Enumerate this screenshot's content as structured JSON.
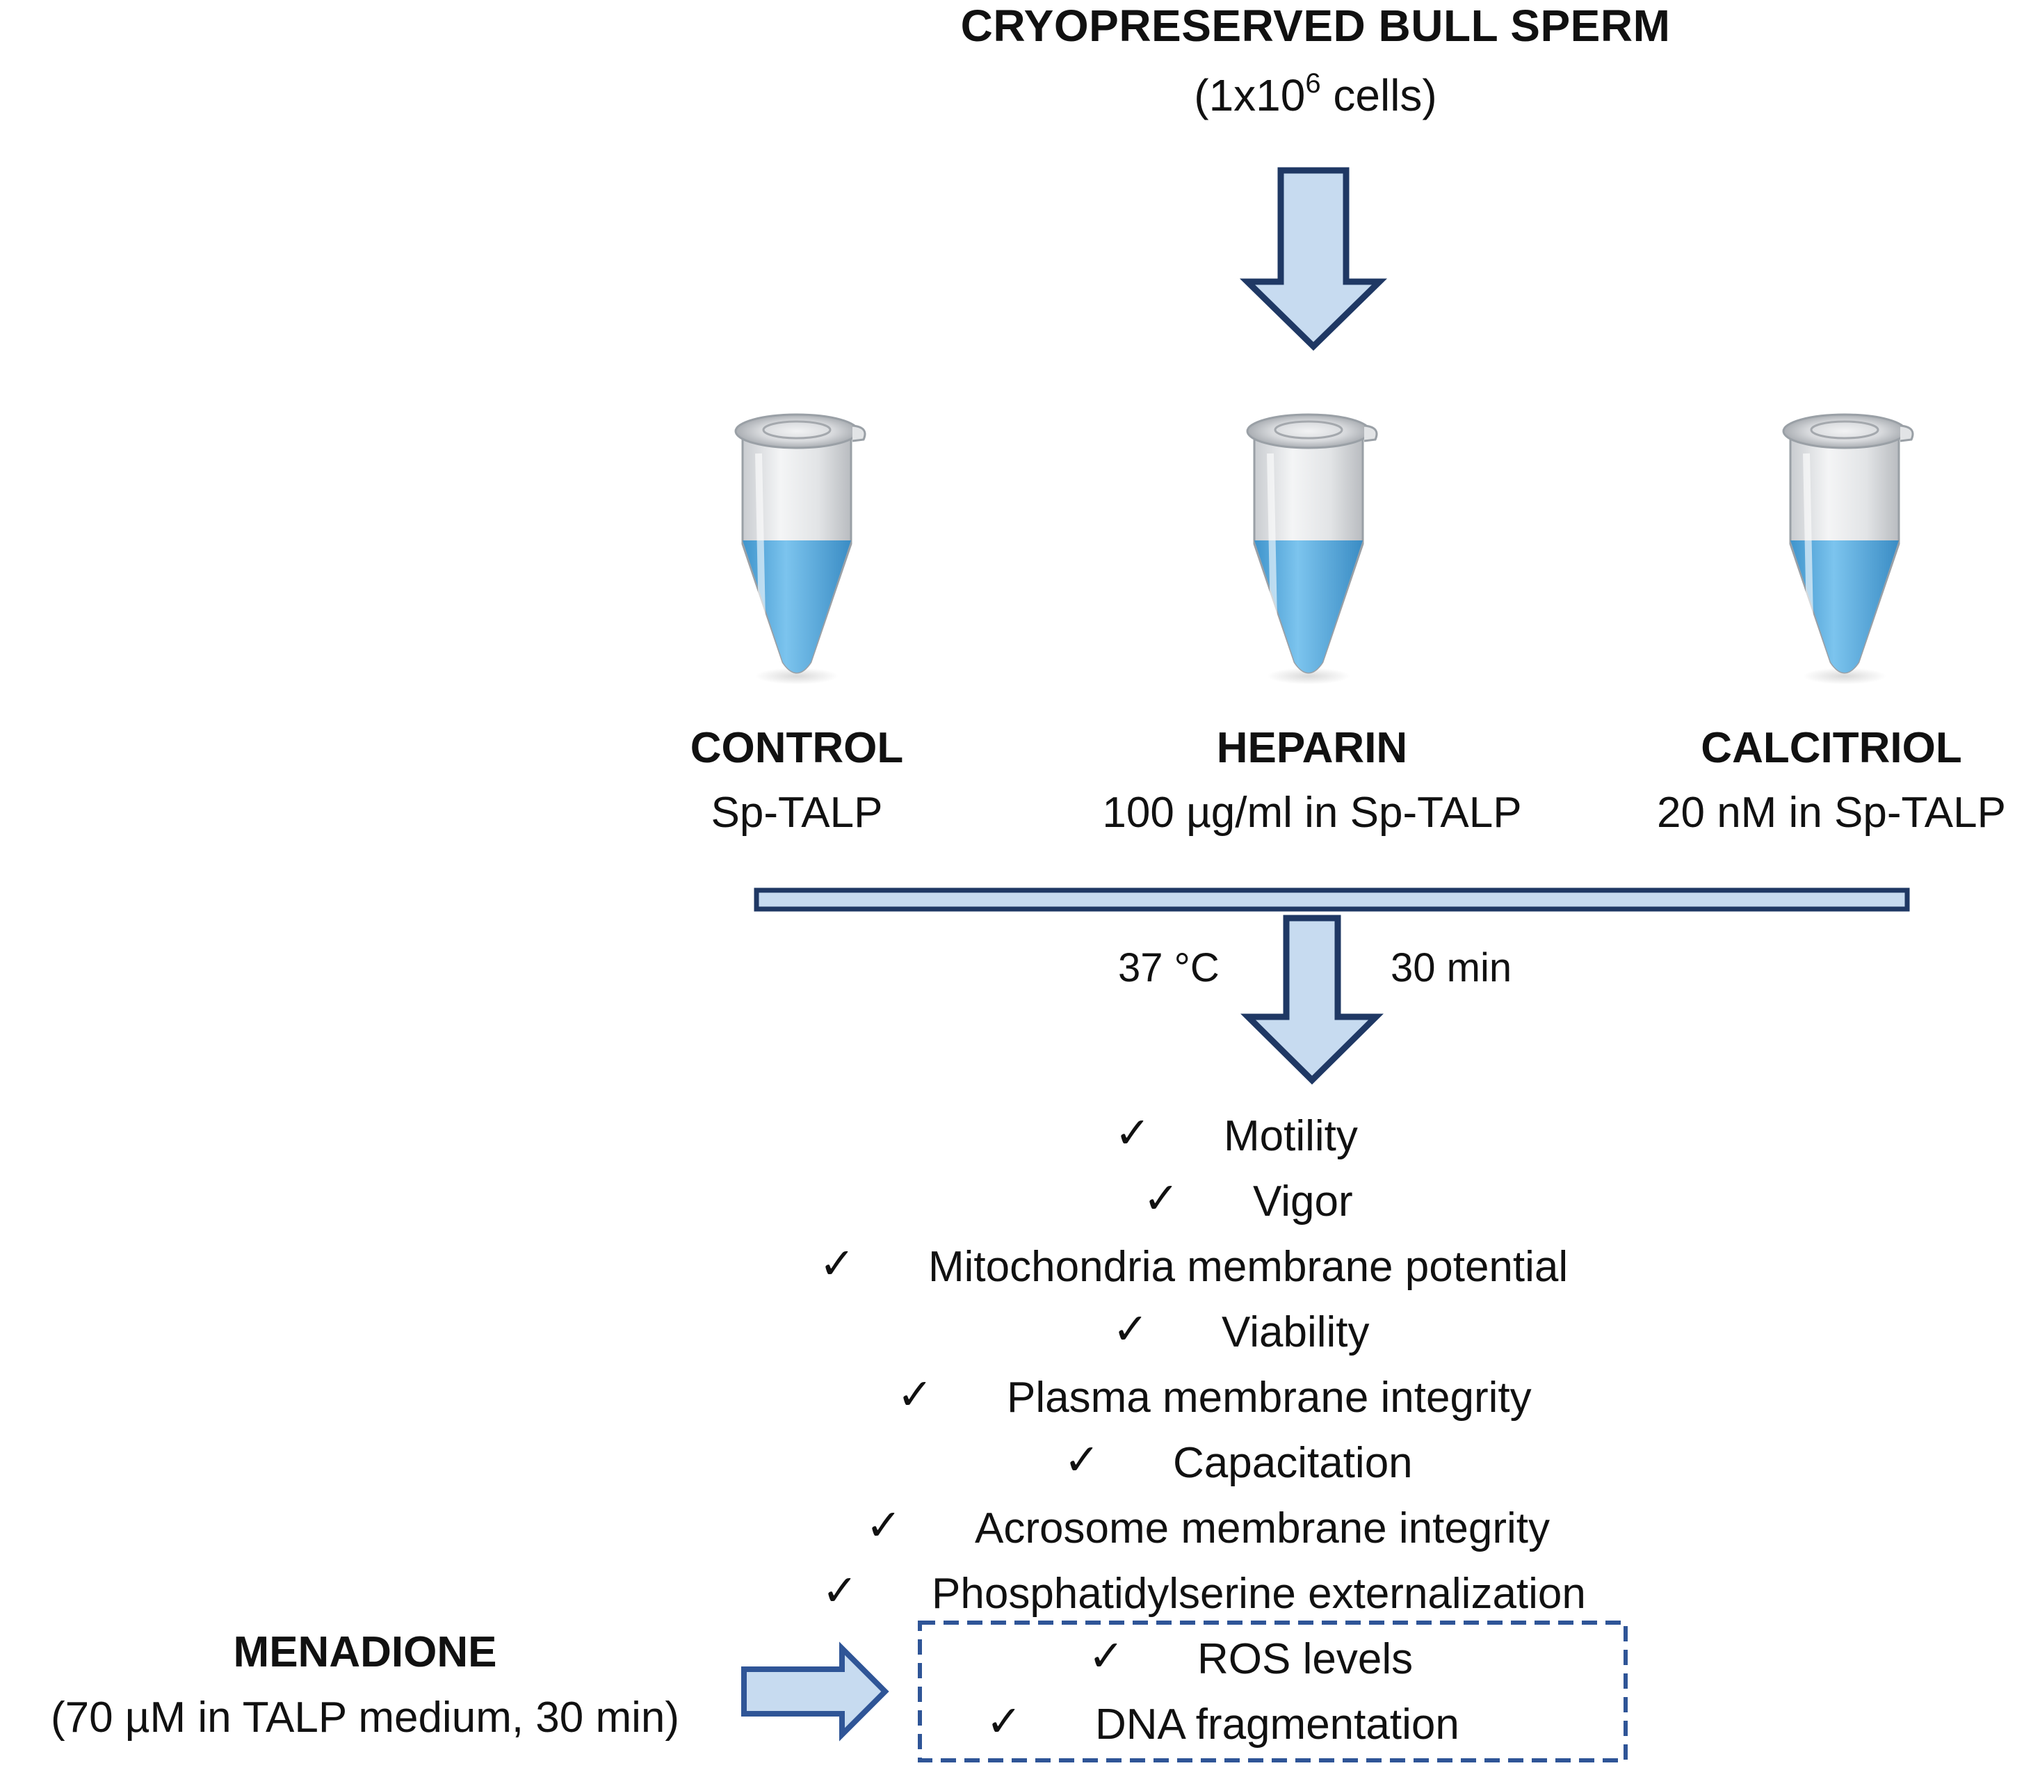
{
  "header": {
    "title": "CRYOPRESERVED BULL SPERM",
    "subtitle_prefix": "(1x10",
    "subtitle_exponent": "6",
    "subtitle_suffix": " cells)"
  },
  "groups": [
    {
      "name": "CONTROL",
      "condition": "Sp-TALP"
    },
    {
      "name": "HEPARIN",
      "condition": "100 µg/ml in  Sp-TALP"
    },
    {
      "name": "CALCITRIOL",
      "condition": "20 nM in Sp-TALP"
    }
  ],
  "incubation": {
    "temperature": "37 °C",
    "time": "30 min"
  },
  "assays": [
    {
      "check": "✓",
      "label": "Motility"
    },
    {
      "check": "✓",
      "label": "Vigor"
    },
    {
      "check": "✓",
      "label": "Mitochondria membrane potential"
    },
    {
      "check": "✓",
      "label": "Viability"
    },
    {
      "check": "✓",
      "label": "Plasma membrane integrity"
    },
    {
      "check": "✓",
      "label": "Capacitation"
    },
    {
      "check": "✓",
      "label": "Acrosome membrane integrity"
    },
    {
      "check": "✓",
      "label": "Phosphatidylserine externalization"
    },
    {
      "check": "✓",
      "label": "ROS levels"
    },
    {
      "check": "✓",
      "label": "DNA fragmentation"
    }
  ],
  "menadione": {
    "name": "MENADIONE",
    "detail": "(70 µM in TALP medium, 30 min)"
  },
  "colors": {
    "arrow_fill": "#c7dbf0",
    "arrow_stroke": "#1f3864",
    "tube_liquid": "#5aaee0",
    "dashed_box": "#2f5597"
  }
}
